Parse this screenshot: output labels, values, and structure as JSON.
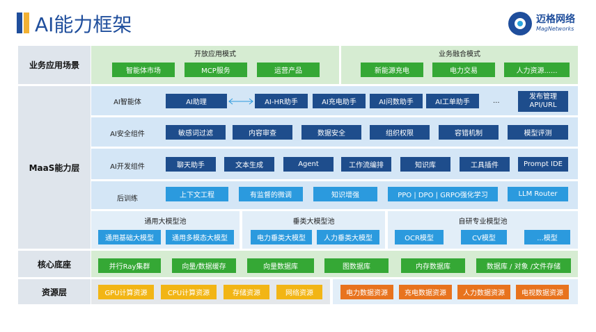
{
  "title": "AI能力框架",
  "logo": {
    "cn": "迈格网络",
    "en": "MagNetworks"
  },
  "layers": {
    "business": "业务应用场景",
    "maas": "MaaS能力层",
    "core": "核心底座",
    "resource": "资源层"
  },
  "business": {
    "open_title": "开放应用模式",
    "open_items": [
      "智能体市场",
      "MCP服务",
      "运营产品"
    ],
    "fusion_title": "业务融合模式",
    "fusion_items": [
      "新能源充电",
      "电力交易",
      "人力资源......"
    ]
  },
  "agents": {
    "label": "AI智能体",
    "items": [
      "AI助理",
      "AI-HR助手",
      "AI充电助手",
      "AI问数助手",
      "AI工单助手"
    ],
    "ellipsis": "...",
    "publish_line1": "发布管理",
    "publish_line2": "API/URL"
  },
  "security": {
    "label": "AI安全组件",
    "items": [
      "敏感词过滤",
      "内容审查",
      "数据安全",
      "组织权限",
      "容错机制",
      "模型评测"
    ]
  },
  "dev": {
    "label": "AI开发组件",
    "items": [
      "聊天助手",
      "文本生成",
      "Agent",
      "工作流编排",
      "知识库",
      "工具插件",
      "Prompt IDE"
    ]
  },
  "posttrain": {
    "label": "后训练",
    "items": [
      "上下文工程",
      "有监督的微调",
      "知识增强",
      "PPO | DPO | GRPO强化学习",
      "LLM Router"
    ]
  },
  "pools": {
    "general_title": "通用大模型池",
    "general_items": [
      "通用基础大模型",
      "通用多模态大模型"
    ],
    "vertical_title": "垂类大模型池",
    "vertical_items": [
      "电力垂类大模型",
      "人力垂类大模型"
    ],
    "custom_title": "自研专业模型池",
    "custom_items": [
      "OCR模型",
      "CV模型",
      "...模型"
    ]
  },
  "core": {
    "items": [
      "并行Ray集群",
      "向量/数据缓存",
      "向量数据库",
      "图数据库",
      "内存数据库",
      "数据库 / 对象 /文件存储"
    ]
  },
  "resource": {
    "compute_items": [
      "GPU计算资源",
      "CPU计算资源",
      "存储资源",
      "网络资源"
    ],
    "data_items": [
      "电力数据资源",
      "充电数据资源",
      "人力数据资源",
      "电视数据资源"
    ]
  },
  "colors": {
    "navy": "#1e4d8c",
    "sky": "#2b9ade",
    "green": "#35a835",
    "yellow": "#f2b515",
    "orange": "#e8731e",
    "title": "#1f4e9c"
  }
}
